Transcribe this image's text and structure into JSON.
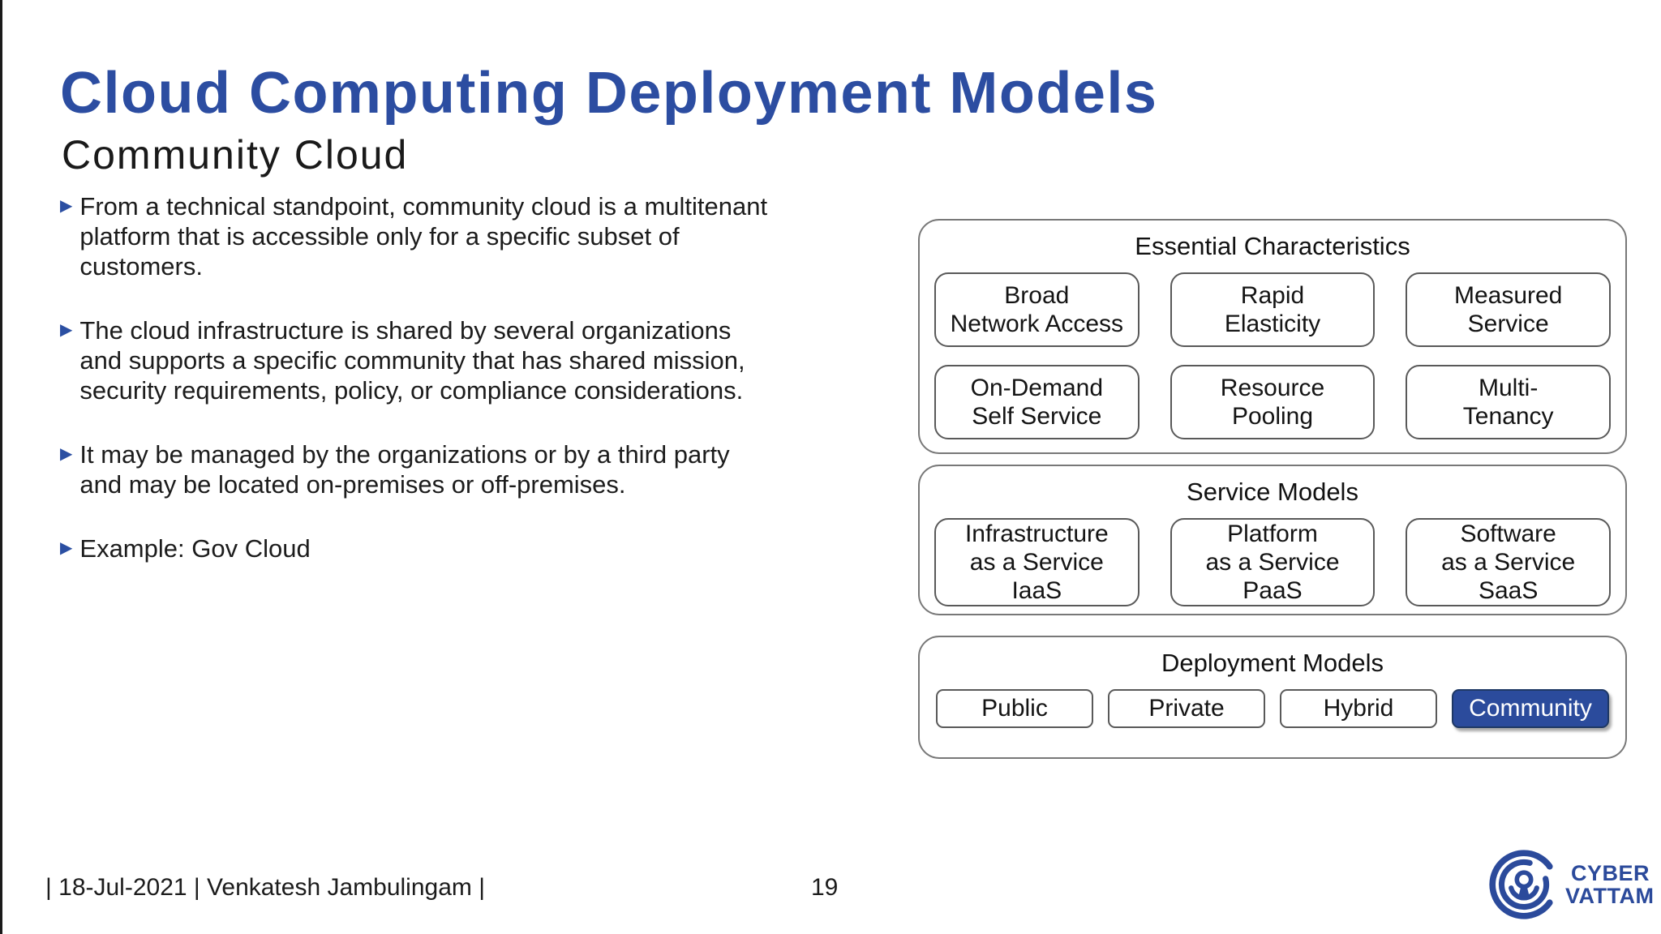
{
  "slide": {
    "title": "Cloud Computing Deployment Models",
    "subtitle": "Community Cloud",
    "bullets": [
      "From a technical standpoint, community cloud is a multitenant\nplatform that is accessible only for a specific subset of\ncustomers.",
      "The cloud infrastructure is shared by several organizations\nand supports a specific community that has shared mission,\nsecurity requirements, policy, or compliance considerations.",
      "It may be managed by the organizations or by a third party\nand may be located on-premises or off-premises.",
      "Example: Gov Cloud"
    ],
    "bullet_marker": "▶"
  },
  "diagram": {
    "essential": {
      "title": "Essential Characteristics",
      "boxes": [
        "Broad\nNetwork Access",
        "Rapid\nElasticity",
        "Measured\nService",
        "On-Demand\nSelf Service",
        "Resource\nPooling",
        "Multi-\nTenancy"
      ]
    },
    "service": {
      "title": "Service Models",
      "boxes": [
        "Infrastructure\nas a Service\nIaaS",
        "Platform\nas a Service\nPaaS",
        "Software\nas a Service\nSaaS"
      ]
    },
    "deployment": {
      "title": "Deployment Models",
      "boxes": [
        "Public",
        "Private",
        "Hybrid",
        "Community"
      ],
      "selected": "Community"
    }
  },
  "footer": {
    "credit": "| 18-Jul-2021 | Venkatesh Jambulingam |",
    "page_number": "19",
    "logo": {
      "line1": "CYBER",
      "line2": "VATTAM"
    }
  },
  "colors": {
    "title_blue": "#2c4da1",
    "highlight_fill": "#2b4b9c",
    "highlight_border": "#1f3864",
    "logo_blue": "#2b4a9b",
    "box_border_gray": "#595959"
  }
}
